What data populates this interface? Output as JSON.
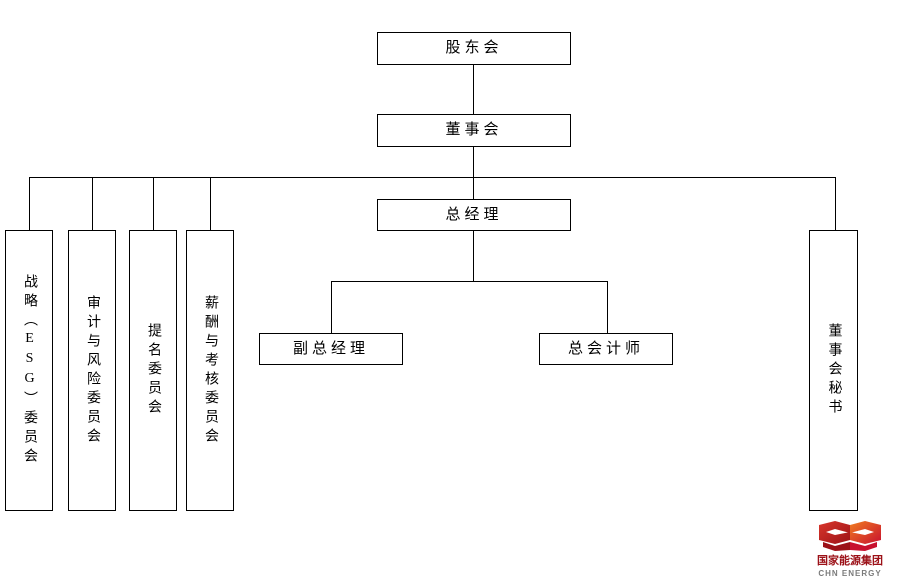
{
  "diagram": {
    "type": "org-chart",
    "title": "",
    "nodes": {
      "shareholders": {
        "label": "股东会"
      },
      "board": {
        "label": "董事会"
      },
      "general_manager": {
        "label": "总经理"
      },
      "deputy_general_manager": {
        "label": "副总经理"
      },
      "chief_accountant": {
        "label": "总会计师"
      },
      "board_secretary": {
        "label": "董事会秘书"
      },
      "committee_strategy": {
        "label": "战略（ESG）委员会"
      },
      "committee_audit_risk": {
        "label": "审计与风险委员会"
      },
      "committee_nomination": {
        "label": "提名委员会"
      },
      "committee_remuneration": {
        "label": "薪酬与考核委员会"
      }
    }
  },
  "logo": {
    "cn_name": "国家能源集团",
    "en_name": "CHN ENERGY",
    "brand_color": "#c8102e",
    "cn_color": "#9c1118",
    "en_color": "#7b7b7b"
  }
}
